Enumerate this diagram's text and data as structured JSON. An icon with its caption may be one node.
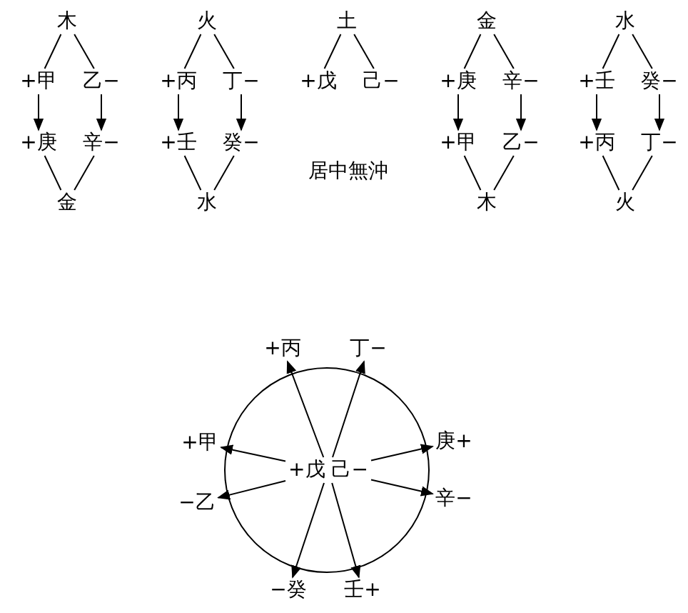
{
  "diagram": {
    "nodes": [
      {
        "text": [
          "木"
        ]
      },
      {
        "text": [
          "+甲"
        ]
      },
      {
        "text": [
          "乙−"
        ]
      },
      {
        "text": [
          "+庚"
        ]
      },
      {
        "text": [
          "辛−"
        ]
      },
      {
        "text": [
          "金"
        ]
      },
      {
        "text": [
          "火"
        ]
      },
      {
        "text": [
          "+丙"
        ]
      },
      {
        "text": [
          "丁−"
        ]
      },
      {
        "text": [
          "+壬"
        ]
      },
      {
        "text": [
          "癸−"
        ]
      },
      {
        "text": [
          "水"
        ]
      },
      {
        "text": [
          "土"
        ]
      },
      {
        "text": [
          "+戊"
        ]
      },
      {
        "text": [
          "己−"
        ]
      },
      {
        "text": [
          "金"
        ]
      },
      {
        "text": [
          "+庚"
        ]
      },
      {
        "text": [
          "辛−"
        ]
      },
      {
        "text": [
          "+甲"
        ]
      },
      {
        "text": [
          "乙−"
        ]
      },
      {
        "text": [
          "木"
        ]
      },
      {
        "text": [
          "水"
        ]
      },
      {
        "text": [
          "+壬"
        ]
      },
      {
        "text": [
          "癸−"
        ]
      },
      {
        "text": [
          "+丙"
        ]
      },
      {
        "text": [
          "丁−"
        ]
      },
      {
        "text": [
          "火"
        ]
      },
      {
        "text": [],
        "shape": "circle"
      },
      {
        "text": [
          "+戊 己−"
        ],
        "in": 27
      },
      {
        "text": [
          "+丙"
        ]
      },
      {
        "text": [
          "丁−"
        ]
      },
      {
        "text": [
          "+甲"
        ]
      },
      {
        "text": [
          "庚+"
        ]
      },
      {
        "text": [
          "−乙"
        ]
      },
      {
        "text": [
          "辛−"
        ]
      },
      {
        "text": [
          "−癸"
        ]
      },
      {
        "text": [
          "壬+"
        ]
      }
    ],
    "edges": [
      {
        "from": 0,
        "to": 1,
        "arrow": "none"
      },
      {
        "from": 0,
        "to": 2,
        "arrow": "none"
      },
      {
        "from": 1,
        "to": 3,
        "arrow": "to"
      },
      {
        "from": 2,
        "to": 4,
        "arrow": "to"
      },
      {
        "from": 3,
        "to": 5,
        "arrow": "none"
      },
      {
        "from": 4,
        "to": 5,
        "arrow": "none"
      },
      {
        "from": 6,
        "to": 7,
        "arrow": "none"
      },
      {
        "from": 6,
        "to": 8,
        "arrow": "none"
      },
      {
        "from": 7,
        "to": 9,
        "arrow": "to"
      },
      {
        "from": 8,
        "to": 10,
        "arrow": "to"
      },
      {
        "from": 9,
        "to": 11,
        "arrow": "none"
      },
      {
        "from": 10,
        "to": 11,
        "arrow": "none"
      },
      {
        "from": 12,
        "to": 13,
        "arrow": "none"
      },
      {
        "from": 12,
        "to": 14,
        "arrow": "none"
      },
      {
        "from": 15,
        "to": 16,
        "arrow": "none"
      },
      {
        "from": 15,
        "to": 17,
        "arrow": "none"
      },
      {
        "from": 16,
        "to": 18,
        "arrow": "to"
      },
      {
        "from": 17,
        "to": 19,
        "arrow": "to"
      },
      {
        "from": 18,
        "to": 20,
        "arrow": "none"
      },
      {
        "from": 19,
        "to": 20,
        "arrow": "none"
      },
      {
        "from": 21,
        "to": 22,
        "arrow": "none"
      },
      {
        "from": 21,
        "to": 23,
        "arrow": "none"
      },
      {
        "from": 22,
        "to": 24,
        "arrow": "to"
      },
      {
        "from": 23,
        "to": 25,
        "arrow": "to"
      },
      {
        "from": 24,
        "to": 26,
        "arrow": "none"
      },
      {
        "from": 25,
        "to": 26,
        "arrow": "none"
      },
      {
        "from": 28,
        "to": 29,
        "arrow": "to"
      },
      {
        "from": 28,
        "to": 30,
        "arrow": "to"
      },
      {
        "from": 28,
        "to": 31,
        "arrow": "to"
      },
      {
        "from": 28,
        "to": 32,
        "arrow": "to"
      },
      {
        "from": 28,
        "to": 33,
        "arrow": "to"
      },
      {
        "from": 28,
        "to": 34,
        "arrow": "to"
      },
      {
        "from": 28,
        "to": 35,
        "arrow": "to"
      },
      {
        "from": 28,
        "to": 36,
        "arrow": "to"
      }
    ],
    "labels": [
      "居中無沖"
    ]
  }
}
